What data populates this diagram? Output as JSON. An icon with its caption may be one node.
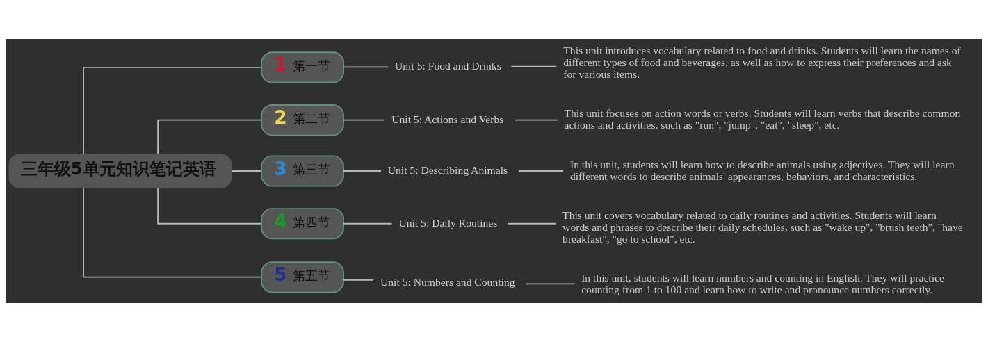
{
  "diagram": {
    "nodes": [
      {
        "text": [
          "三年级5单元知识笔记英语"
        ]
      },
      {
        "text": [
          "1",
          "第一节"
        ]
      },
      {
        "text": [
          "Unit 5: Food and Drinks"
        ]
      },
      {
        "text": [
          "This unit introduces vocabulary related to food and drinks. Students will learn the names of different types of food and beverages, as well as how to express their preferences and ask for various items."
        ]
      },
      {
        "text": [
          "2",
          "第二节"
        ]
      },
      {
        "text": [
          "Unit 5: Actions and Verbs"
        ]
      },
      {
        "text": [
          "This unit focuses on action words or verbs. Students will learn verbs that describe common actions and activities, such as \"run\", \"jump\", \"eat\", \"sleep\", etc."
        ]
      },
      {
        "text": [
          "3",
          "第三节"
        ]
      },
      {
        "text": [
          "Unit 5: Describing Animals"
        ]
      },
      {
        "text": [
          "In this unit, students will learn how to describe animals using adjectives. They will learn different words to describe animals' appearances, behaviors, and characteristics."
        ]
      },
      {
        "text": [
          "4",
          "第四节"
        ]
      },
      {
        "text": [
          "Unit 5: Daily Routines"
        ]
      },
      {
        "text": [
          "This unit covers vocabulary related to daily routines and activities. Students will learn words and phrases to describe their daily schedules, such as \"wake up\", \"brush teeth\", \"have breakfast\", \"go to school\", etc."
        ]
      },
      {
        "text": [
          "5",
          "第五节"
        ]
      },
      {
        "text": [
          "Unit 5: Numbers and Counting"
        ]
      },
      {
        "text": [
          "In this unit, students will learn numbers and counting in English. They will practice counting from 1 to 100 and learn how to write and pronounce numbers correctly."
        ]
      }
    ],
    "edges": [
      {
        "from": 0,
        "to": 1,
        "arrow": "none"
      },
      {
        "from": 0,
        "to": 4,
        "arrow": "none"
      },
      {
        "from": 0,
        "to": 7,
        "arrow": "none"
      },
      {
        "from": 0,
        "to": 10,
        "arrow": "none"
      },
      {
        "from": 0,
        "to": 13,
        "arrow": "none"
      },
      {
        "from": 1,
        "to": 2,
        "arrow": "none"
      },
      {
        "from": 2,
        "to": 3,
        "arrow": "none"
      },
      {
        "from": 4,
        "to": 5,
        "arrow": "none"
      },
      {
        "from": 5,
        "to": 6,
        "arrow": "none"
      },
      {
        "from": 7,
        "to": 8,
        "arrow": "none"
      },
      {
        "from": 8,
        "to": 9,
        "arrow": "none"
      },
      {
        "from": 10,
        "to": 11,
        "arrow": "none"
      },
      {
        "from": 11,
        "to": 12,
        "arrow": "none"
      },
      {
        "from": 13,
        "to": 14,
        "arrow": "none"
      },
      {
        "from": 14,
        "to": 15,
        "arrow": "none"
      }
    ]
  }
}
